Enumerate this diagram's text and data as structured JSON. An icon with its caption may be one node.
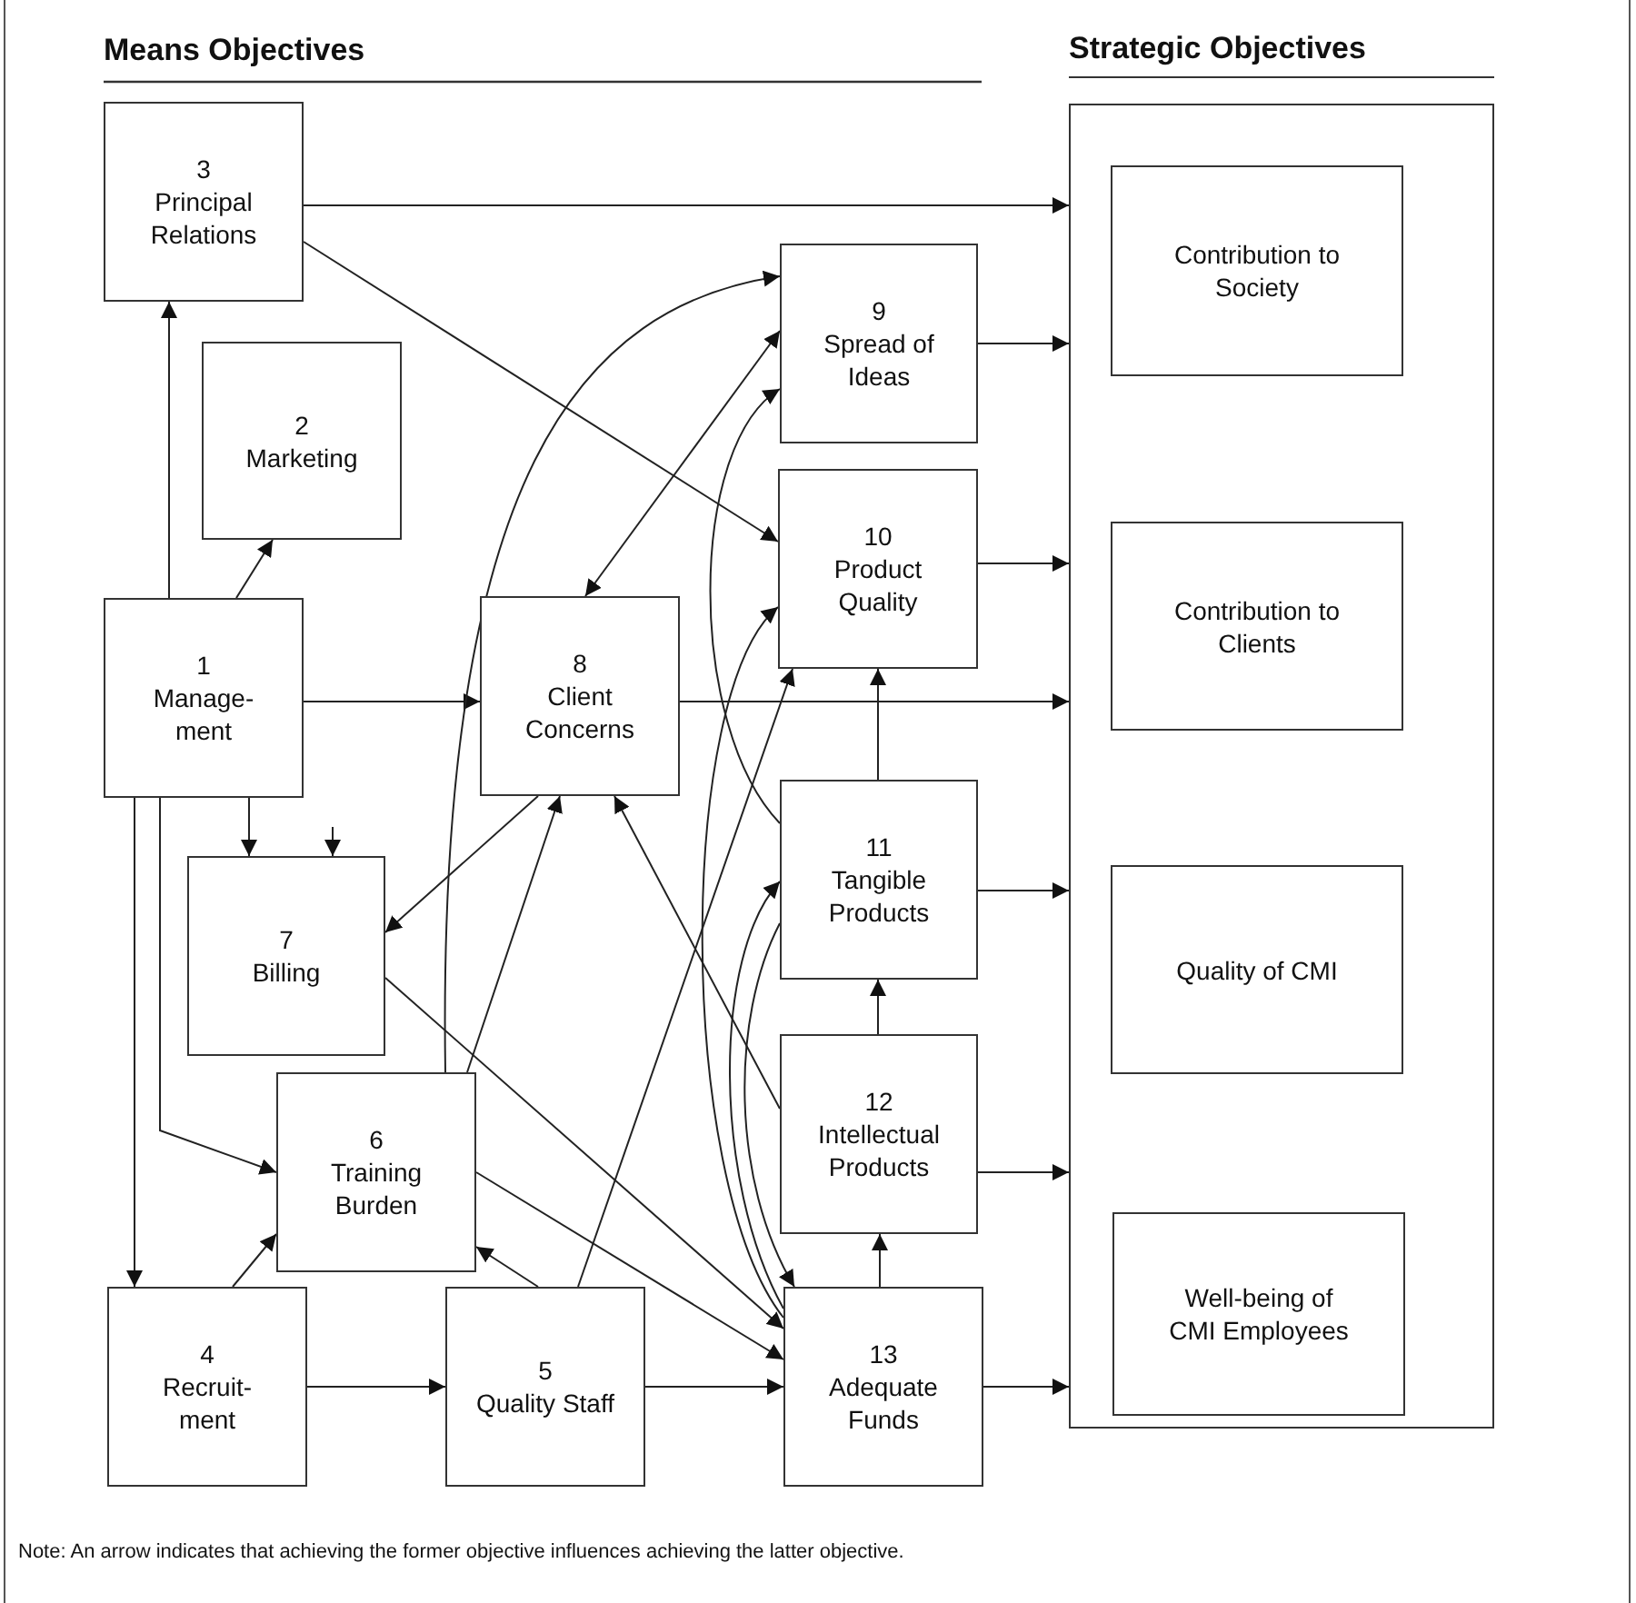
{
  "diagram": {
    "caption": "Note: An arrow indicates that achieving the former objective influences achieving the latter objective.",
    "nodes": [
      {
        "text": [
          "3",
          "Principal Relations"
        ]
      },
      {
        "text": [
          "2",
          "Marketing"
        ]
      },
      {
        "text": [
          "1",
          "Manage- ment"
        ]
      },
      {
        "text": [
          "8",
          "Client Concerns"
        ]
      },
      {
        "text": [
          "9",
          "Spread of Ideas"
        ]
      },
      {
        "text": [
          "10",
          "Product Quality"
        ]
      },
      {
        "text": [
          "11",
          "Tangible Products"
        ]
      },
      {
        "text": [
          "7",
          "Billing"
        ]
      },
      {
        "text": [
          "12",
          "Intellectual Products"
        ]
      },
      {
        "text": [
          "6",
          "Training Burden"
        ]
      },
      {
        "text": [
          "4",
          "Recruit- ment"
        ]
      },
      {
        "text": [
          "5",
          "Quality Staff"
        ]
      },
      {
        "text": [
          "13",
          "Adequate Funds"
        ]
      },
      {
        "text": [
          "Strategic Objectives"
        ]
      },
      {
        "text": [
          "Contribution to Society"
        ],
        "in": 13
      },
      {
        "text": [
          "Contribution to Clients"
        ],
        "in": 13
      },
      {
        "text": [
          "Quality of CMI"
        ],
        "in": 13
      },
      {
        "text": [
          "Well-being of CMI Employees"
        ],
        "in": 13
      }
    ],
    "edges": [
      {
        "from": 0,
        "to": 13,
        "arrow": "to"
      },
      {
        "from": 0,
        "to": 5,
        "arrow": "to"
      },
      {
        "from": 2,
        "to": 0,
        "arrow": "to"
      },
      {
        "from": 2,
        "to": 1,
        "arrow": "to"
      },
      {
        "from": 2,
        "to": 3,
        "arrow": "to"
      },
      {
        "from": 2,
        "to": 10,
        "arrow": "to"
      },
      {
        "from": 2,
        "to": 9,
        "arrow": "to"
      },
      {
        "from": 3,
        "to": 4,
        "arrow": "both"
      },
      {
        "from": 2,
        "to": 7,
        "arrow": "to"
      },
      {
        "from": null,
        "to": 7,
        "arrow": "to"
      },
      {
        "from": 3,
        "to": 7,
        "arrow": "to"
      },
      {
        "from": 9,
        "to": 3,
        "arrow": "to"
      },
      {
        "from": 8,
        "to": 3,
        "arrow": "to"
      },
      {
        "from": 7,
        "to": 12,
        "arrow": "to"
      },
      {
        "from": 9,
        "to": 12,
        "arrow": "to"
      },
      {
        "from": 10,
        "to": 9,
        "arrow": "to"
      },
      {
        "from": 10,
        "to": 11,
        "arrow": "to"
      },
      {
        "from": 11,
        "to": 9,
        "arrow": "to"
      },
      {
        "from": 11,
        "to": 5,
        "arrow": "to"
      },
      {
        "from": 11,
        "to": 12,
        "arrow": "to"
      },
      {
        "from": 3,
        "to": 13,
        "arrow": "to"
      },
      {
        "from": 4,
        "to": 13,
        "arrow": "to"
      },
      {
        "from": 5,
        "to": 13,
        "arrow": "to"
      },
      {
        "from": 6,
        "to": 13,
        "arrow": "to"
      },
      {
        "from": 8,
        "to": 13,
        "arrow": "to"
      },
      {
        "from": 12,
        "to": 13,
        "arrow": "to"
      },
      {
        "from": 6,
        "to": 5,
        "arrow": "to"
      },
      {
        "from": 8,
        "to": 6,
        "arrow": "to"
      },
      {
        "from": 12,
        "to": 8,
        "arrow": "to"
      },
      {
        "from": 9,
        "to": 4,
        "arrow": "to"
      },
      {
        "from": 6,
        "to": 4,
        "arrow": "to"
      },
      {
        "from": 12,
        "to": 5,
        "arrow": "to"
      },
      {
        "from": 12,
        "to": 6,
        "arrow": "to"
      },
      {
        "from": 6,
        "to": 12,
        "arrow": "to"
      }
    ],
    "labels": [
      "Means Objectives"
    ]
  }
}
